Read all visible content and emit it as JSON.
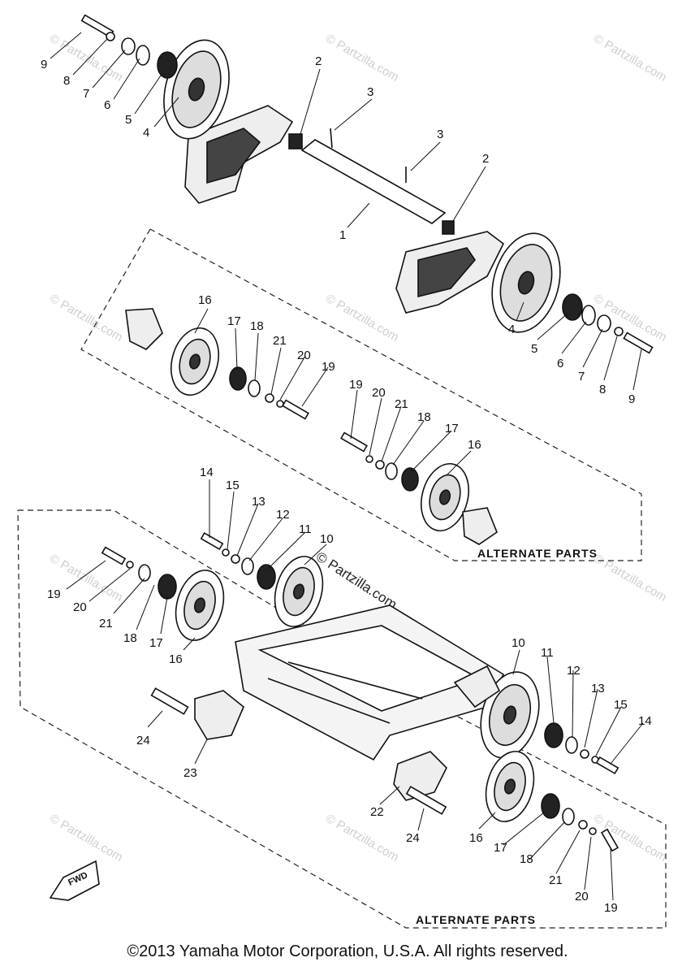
{
  "diagram": {
    "callouts": [
      "1",
      "2",
      "3",
      "4",
      "5",
      "6",
      "7",
      "8",
      "9",
      "10",
      "11",
      "12",
      "13",
      "14",
      "15",
      "16",
      "17",
      "18",
      "19",
      "20",
      "21",
      "22",
      "23",
      "24"
    ],
    "box_labels": [
      "ALTERNATE PARTS",
      "ALTERNATE PARTS"
    ],
    "watermark": "© Partzilla.com",
    "watermark_center": "© Partzilla.com",
    "fwd_label": "FWD"
  },
  "footer": {
    "copyright": "©2013 Yamaha Motor Corporation, U.S.A. All rights reserved."
  }
}
